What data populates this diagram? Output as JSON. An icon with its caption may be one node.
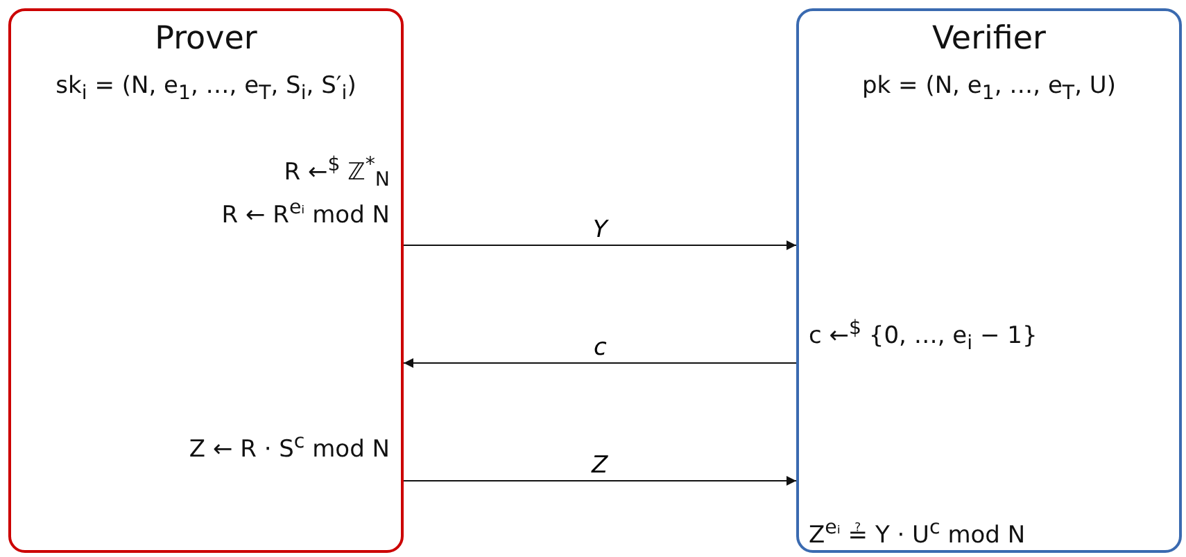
{
  "diagram": {
    "nodes": [
      {
        "text": [
          "Prover",
          "sk$_{i}$ = (N, e$_{1}$, …, e$_{T}$, S$_{i}$, S′$_{i}$)",
          "R ←$^{$}$ ℤ$^{*}$$_{N}$",
          "R ← R$^{eᵢ}$ mod N",
          "Z ← R · S$^{c}$ mod N"
        ]
      },
      {
        "text": [
          "Verifier",
          "pk = (N, e$_{1}$, …, e$_{T}$, U)",
          "c ←$^{$}$ {0, …, e$_{i}$ − 1}",
          "Z$^{eᵢ}$ ≟ Y · U$^{c}$ mod N"
        ]
      }
    ],
    "edges": [
      {
        "from": 0,
        "to": 1,
        "arrow": "to",
        "label": "Y"
      },
      {
        "from": 1,
        "to": 0,
        "arrow": "to",
        "label": "c"
      },
      {
        "from": 0,
        "to": 1,
        "arrow": "to",
        "label": "Z"
      }
    ]
  }
}
